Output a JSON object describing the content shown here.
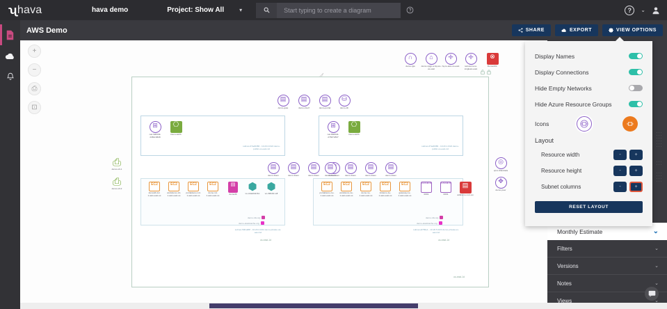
{
  "topnav": {
    "brand_mark": "ʯ",
    "brand_text": "hava",
    "account": "hava demo",
    "project": "Project: Show All",
    "project_caret": "▾",
    "search_icon": "search-icon",
    "search_value": "",
    "search_placeholder": "Start typing to create a diagram",
    "help_icon": "?",
    "help_glyph": "?",
    "user_caret": "⌄",
    "user_icon": "person-icon"
  },
  "rail": {
    "items": [
      {
        "name": "reports-icon",
        "glyph": "▤",
        "active": true
      },
      {
        "name": "cloud-icon",
        "glyph": "☁",
        "active": false
      },
      {
        "name": "alerts-bell-icon",
        "glyph": "🔔",
        "active": false
      }
    ]
  },
  "subhead": {
    "title": "AWS Demo",
    "actions": [
      {
        "name": "share-button",
        "label": "SHARE",
        "icon": "share-icon",
        "glyph": "⤳"
      },
      {
        "name": "export-button",
        "label": "EXPORT",
        "icon": "cloud-download-icon",
        "glyph": "☁"
      },
      {
        "name": "view-options-button",
        "label": "VIEW OPTIONS",
        "icon": "gear-icon",
        "glyph": "✿"
      }
    ]
  },
  "canvas_controls": [
    {
      "name": "zoom-in-button",
      "glyph": "+"
    },
    {
      "name": "zoom-out-button",
      "glyph": "−"
    },
    {
      "name": "print-button",
      "glyph": "⎙"
    },
    {
      "name": "fit-screen-button",
      "glyph": "⊡"
    }
  ],
  "view_options": {
    "toggles": [
      {
        "name": "toggle-display-names",
        "label": "Display Names",
        "on": true
      },
      {
        "name": "toggle-display-connections",
        "label": "Display Connections",
        "on": true
      },
      {
        "name": "toggle-hide-empty-networks",
        "label": "Hide Empty Networks",
        "on": false
      },
      {
        "name": "toggle-hide-azure-resource-groups",
        "label": "Hide Azure Resource Groups",
        "on": true
      }
    ],
    "icons_label": "Icons",
    "icon_choices": [
      {
        "name": "icon-style-outline",
        "glyph": "⊞",
        "selected": false
      },
      {
        "name": "icon-style-solid",
        "glyph": "⊟",
        "selected": true
      }
    ],
    "layout_title": "Layout",
    "layout_rows": [
      {
        "name": "resource-width",
        "label": "Resource width",
        "minus": "-",
        "plus": "+",
        "focused": false
      },
      {
        "name": "resource-height",
        "label": "Resource height",
        "minus": "-",
        "plus": "+",
        "focused": false
      },
      {
        "name": "subnet-columns",
        "label": "Subnet columns",
        "minus": "-",
        "plus": "+",
        "focused": true
      }
    ],
    "reset_label": "RESET LAYOUT"
  },
  "right_panels": {
    "monthly_estimate": {
      "label": "Monthly Estimate",
      "chevron": "⌄"
    },
    "items": [
      {
        "name": "panel-filters",
        "label": "Filters",
        "chevron": "⌄"
      },
      {
        "name": "panel-versions",
        "label": "Versions",
        "chevron": "⌄"
      },
      {
        "name": "panel-notes",
        "label": "Notes",
        "chevron": "⌄"
      },
      {
        "name": "panel-views",
        "label": "Views",
        "chevron": "⌄"
      }
    ]
  },
  "chat": {
    "name": "chat-widget",
    "glyph": "▭"
  },
  "diagram": {
    "lock_icons": [
      "🔒",
      "🔓"
    ],
    "top_row": [
      {
        "name": "internet-gateway",
        "glyph": "∩",
        "label": "demo-igw",
        "style": "circ"
      },
      {
        "name": "vpn-gateway",
        "glyph": "🔒",
        "label": "demo-vpgp-a-hq-wo-us-east",
        "style": "circ"
      },
      {
        "name": "vpn-connection-a",
        "glyph": "✛",
        "label": "hq-to-aws-us-east",
        "style": "circ"
      },
      {
        "name": "vpn-connection-b",
        "glyph": "✛",
        "label": "netsource-to-singlean-east",
        "style": "circ"
      },
      {
        "name": "network-acl",
        "glyph": "⊗",
        "label": "DemoACL",
        "style": "red"
      }
    ],
    "route_row": [
      {
        "name": "route-table-gate",
        "label": "demo-gate"
      },
      {
        "name": "route-table-interf",
        "label": "demo-interf"
      },
      {
        "name": "route-table-portal",
        "label": "demo-portal"
      },
      {
        "name": "route-table-db",
        "label": "demo-db"
      }
    ],
    "nat_left": {
      "name": "nat-gateway-left",
      "label": "nat-328349-2384c3828"
    },
    "efs_left": {
      "name": "efs-left",
      "label": "Demo EFS"
    },
    "nat_right": {
      "name": "nat-gateway-right",
      "label": "nat-892944-278372837"
    },
    "efs_right": {
      "name": "efs-right",
      "label": "Demo EFS"
    },
    "buckets": [
      {
        "name": "s3-bucket-1",
        "label": "demo-s3-1"
      },
      {
        "name": "s3-bucket-2",
        "label": "demo-s3-2"
      }
    ],
    "peering": [
      {
        "name": "vpc-peering-id",
        "glyph": "◎",
        "label": "vpcx-93a14efa"
      },
      {
        "name": "demo-peer",
        "glyph": "✥",
        "label": "demo-peer"
      }
    ],
    "mid_rt_left": [
      {
        "name": "rt-a1",
        "label": "demo-&tem"
      },
      {
        "name": "rt-a2",
        "label": "demo-&tem"
      },
      {
        "name": "rt-a3",
        "label": "demo-&tem"
      },
      {
        "name": "rt-a4",
        "label": "demo-&tem"
      }
    ],
    "mid_rt_right": [
      {
        "name": "rt-b1",
        "label": "demo-&tem"
      },
      {
        "name": "rt-b2",
        "label": "demo-&tem"
      },
      {
        "name": "rt-b3",
        "label": "demo-&tem"
      },
      {
        "name": "rt-b4",
        "label": "demo-&tem"
      }
    ],
    "subnet_labels": [
      {
        "name": "subnet-label-left",
        "text": "subnet-37ad0386 - 10.20.0.0/24\ndemo-public-us-east-1d"
      },
      {
        "name": "subnet-label-right",
        "text": "subnet-37ad0386 - 10.20.1.0/24\ndemo-public-us-east-1d"
      },
      {
        "name": "subnet-label-left-priv",
        "text": "subnet-50fca86f - 10.20.4.0/24\ndemo-private-us-east-1d"
      },
      {
        "name": "subnet-label-right-priv",
        "text": "subnet-af786e1 - 10.20.5.0/24\ndemo-private-us-east-1d"
      }
    ],
    "az_labels": [
      {
        "name": "az-label-left",
        "text": "us-east-1d"
      },
      {
        "name": "az-label-right",
        "text": "us-east-1d"
      }
    ],
    "resources_left": [
      {
        "name": "ec2-l1",
        "type": "ec2",
        "chip": "EC2",
        "label": "demodb-1d-1.aws.east.us"
      },
      {
        "name": "ec2-l2",
        "type": "ec2",
        "chip": "EC2",
        "label": "workdemo-1d-1.aws.east.us"
      },
      {
        "name": "ec2-l3",
        "type": "ec2",
        "chip": "EC2",
        "label": "portaldemo-1d-1.aws.east.us"
      },
      {
        "name": "ec2-l4",
        "type": "ec2",
        "chip": "EC2",
        "label": "demo-1d-1.aws.east.us"
      },
      {
        "name": "rds-l1",
        "type": "db",
        "label": "demodb"
      },
      {
        "name": "vol-l1",
        "type": "cube",
        "label": "vo-cdak2d2-fkc"
      },
      {
        "name": "vol-l2",
        "type": "cube",
        "label": "vo-39fsfsf-sdf"
      }
    ],
    "resources_right": [
      {
        "name": "ec2-r1",
        "type": "ec2",
        "chip": "EC2",
        "label": "portaldemo-1e-1.aws.east.us"
      },
      {
        "name": "ec2-r2",
        "type": "ec2",
        "chip": "EC2",
        "label": "workdemo-1e-1.aws.east.us"
      },
      {
        "name": "ec2-r3",
        "type": "ec2",
        "chip": "EC2",
        "label": "demo-1e-1.aws.east.us"
      },
      {
        "name": "ec2-r4",
        "type": "ec2",
        "chip": "EC2",
        "label": "intdemo-1e-1.aws.east.us"
      },
      {
        "name": "ec2-r5",
        "type": "ec2",
        "chip": "EC2",
        "label": "gateway-1e-1.aws.east.us"
      },
      {
        "name": "cache-m",
        "type": "cache",
        "chip": "CACHE",
        "sub": "M",
        "label": "0001"
      },
      {
        "name": "cache-r",
        "type": "cache",
        "chip": "CACHE",
        "sub": "R",
        "label": "0001"
      },
      {
        "name": "addr-r",
        "type": "red",
        "glyph": "▤",
        "label": "addremo.com.au"
      }
    ],
    "sg_tags_left": [
      {
        "name": "sg-tag-rds-left",
        "text": "demo-rds-srg",
        "color": "#d43fa8"
      },
      {
        "name": "sg-tag-cache-left",
        "text": "demo-elasticache-srg",
        "color": "#e832c8"
      }
    ],
    "sg_tags_right": [
      {
        "name": "sg-tag-rds-right",
        "text": "demo-rds-srg",
        "color": "#d43fa8"
      },
      {
        "name": "sg-tag-cache-right",
        "text": "demo-elasticache-srg",
        "color": "#e832c8"
      }
    ]
  },
  "colors": {
    "nav_bg": "#2c2c30",
    "subhead_bg": "#3a3a3f",
    "accent_pink": "#c84a80",
    "button_navy": "#17365d",
    "toggle_on": "#2dbfa8",
    "toggle_off": "#a9a9ad",
    "focus_red": "#e0573c",
    "icon_orange": "#ec7a1e",
    "icon_purple": "#8b5fc7",
    "scrollbar": "#443d6b"
  }
}
